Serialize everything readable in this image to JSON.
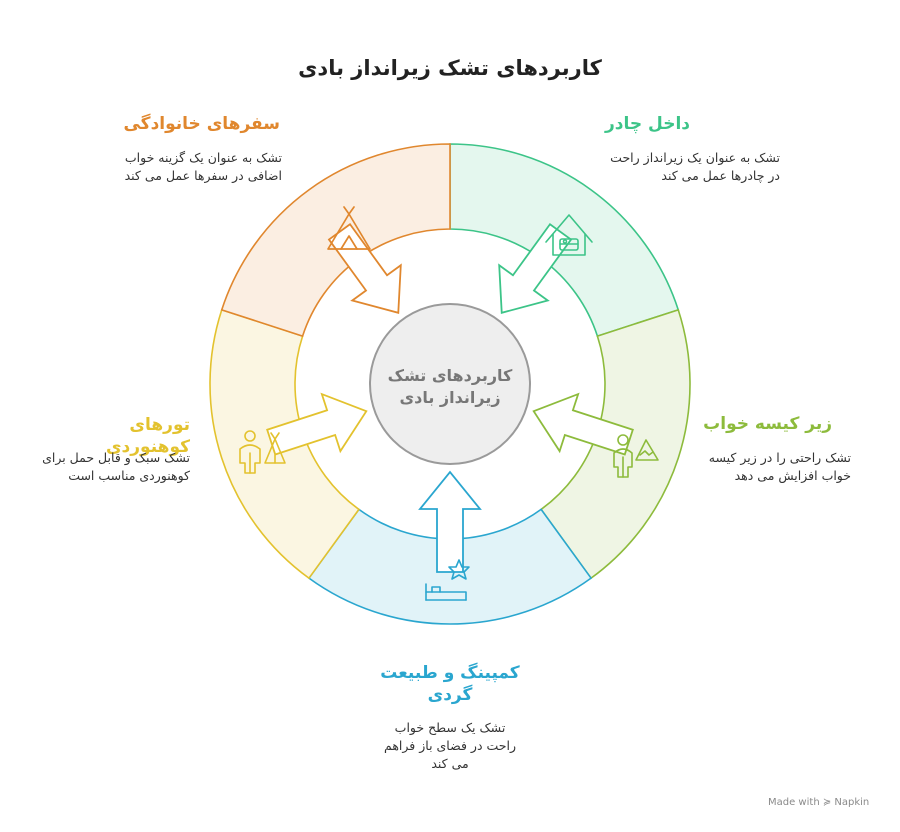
{
  "title": "کاربردهای تشک زیرانداز بادی",
  "center": {
    "label": "کاربردهای تشک زیرانداز بادی"
  },
  "segments": [
    {
      "heading": "داخل چادر",
      "description": "تشک به عنوان یک زیرانداز راحت در چادرها عمل می کند",
      "color": "#3cc488",
      "icon": "tent-bed-icon"
    },
    {
      "heading": "زیر کیسه خواب",
      "description": "تشک راحتی را در زیر کیسه خواب افزایش می دهد",
      "color": "#8dbb3c",
      "icon": "hiker-mountain-icon"
    },
    {
      "heading": "کمپینگ و طبیعت گردی",
      "description": "تشک یک سطح خواب راحت در فضای باز فراهم می کند",
      "color": "#2aa6cf",
      "icon": "bed-star-icon"
    },
    {
      "heading": "تورهای کوهنوردی",
      "description": "تشک سبک و قابل حمل برای کوهنوردی مناسب است",
      "color": "#e3c22e",
      "icon": "hiker-tent-icon"
    },
    {
      "heading": "سفرهای خانوادگی",
      "description": "تشک به عنوان یک گزینه خواب اضافی در سفرها عمل می کند",
      "color": "#e0872e",
      "icon": "tent-icon"
    }
  ],
  "watermark": "Made with ≽ Napkin"
}
